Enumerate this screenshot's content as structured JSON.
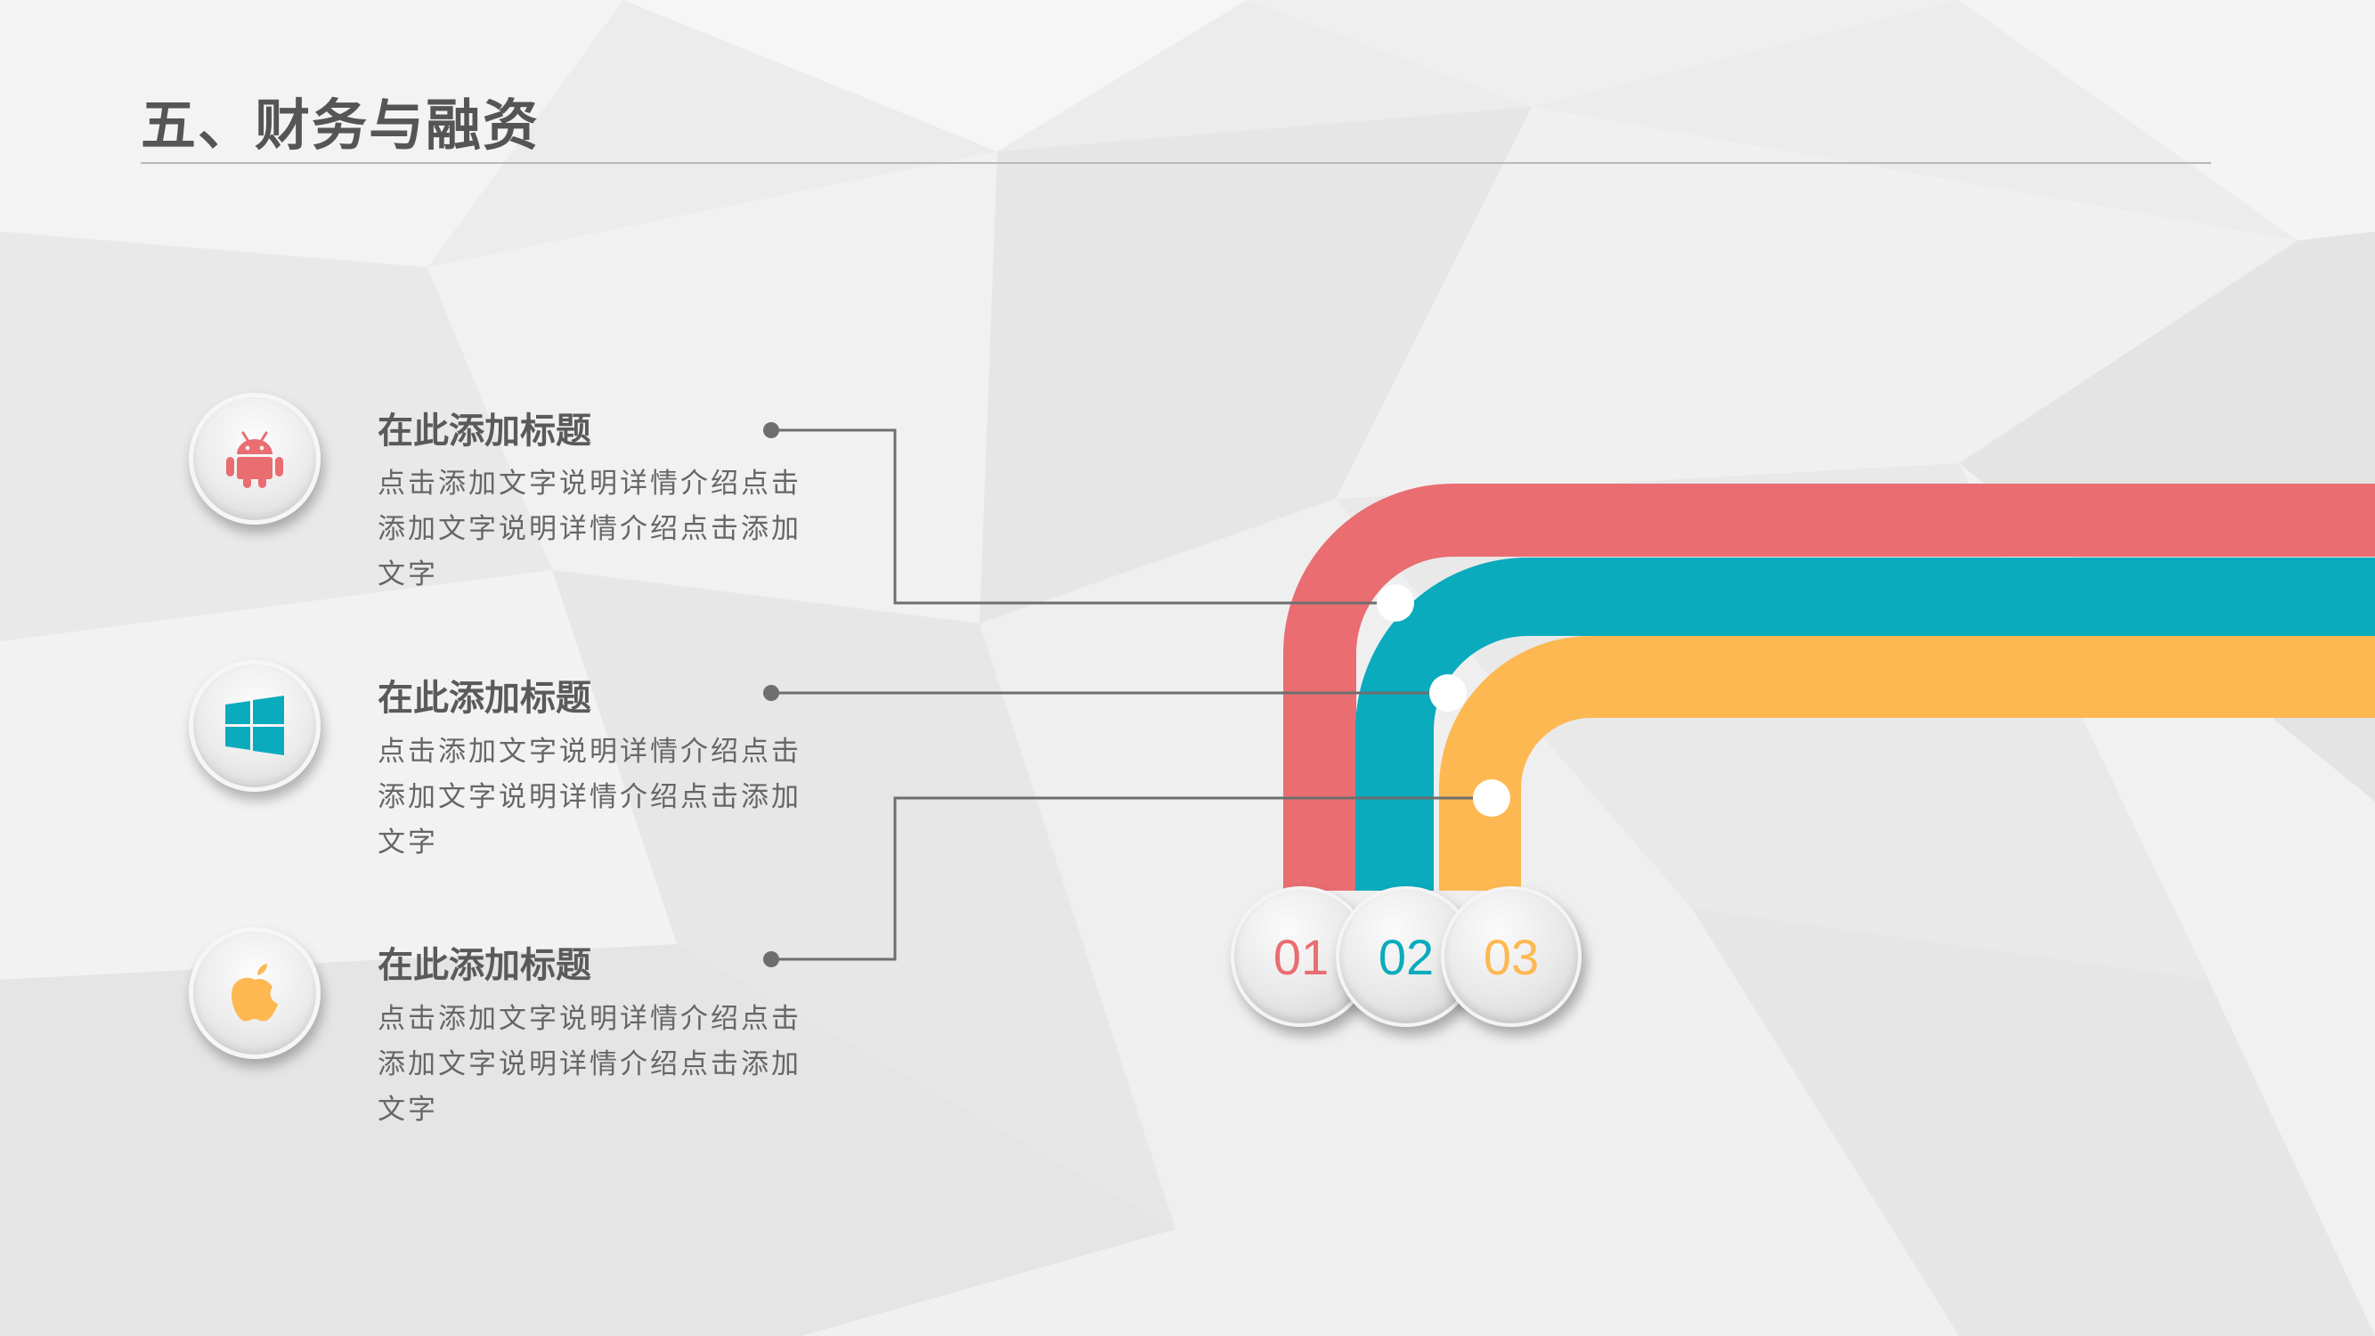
{
  "page": {
    "title": "五、财务与融资"
  },
  "items": [
    {
      "icon": "android-icon",
      "color": "#E96D71",
      "title": "在此添加标题",
      "description": "点击添加文字说明详情介绍点击添加文字说明详情介绍点击添加文字"
    },
    {
      "icon": "windows-icon",
      "color": "#0AABBD",
      "title": "在此添加标题",
      "description": "点击添加文字说明详情介绍点击添加文字说明详情介绍点击添加文字"
    },
    {
      "icon": "apple-icon",
      "color": "#FDB851",
      "title": "在此添加标题",
      "description": "点击添加文字说明详情介绍点击添加文字说明详情介绍点击添加文字"
    }
  ],
  "steps": [
    {
      "number": "01",
      "color": "#E96D71"
    },
    {
      "number": "02",
      "color": "#0AABBD"
    },
    {
      "number": "03",
      "color": "#FDB851"
    }
  ],
  "colors": {
    "title": "#555555",
    "connector": "#6E6E6E"
  }
}
